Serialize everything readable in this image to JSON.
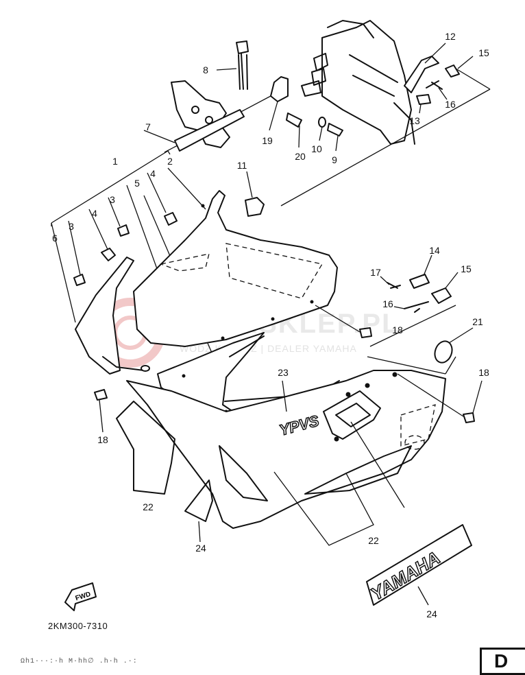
{
  "diagram": {
    "code": "2KM300-7310",
    "corner_label": "D",
    "fwd_label": "FWD",
    "tank_logo": "YPVS",
    "decal_text": "YAMAHA",
    "watermark": {
      "main": "YAMASKLEP.PL",
      "sub": "WODZ KOWICZ | DEALER YAMAHA"
    },
    "footer_text": "Ωh1···:·h M·hh∅  .h·h .·:",
    "callouts": [
      {
        "id": "c1",
        "text": "1"
      },
      {
        "id": "c2",
        "text": "2"
      },
      {
        "id": "c3a",
        "text": "3"
      },
      {
        "id": "c3b",
        "text": "3"
      },
      {
        "id": "c4a",
        "text": "4"
      },
      {
        "id": "c4b",
        "text": "4"
      },
      {
        "id": "c5",
        "text": "5"
      },
      {
        "id": "c6",
        "text": "6"
      },
      {
        "id": "c7",
        "text": "7"
      },
      {
        "id": "c8",
        "text": "8"
      },
      {
        "id": "c9",
        "text": "9"
      },
      {
        "id": "c10",
        "text": "10"
      },
      {
        "id": "c11",
        "text": "11"
      },
      {
        "id": "c12",
        "text": "12"
      },
      {
        "id": "c13",
        "text": "13"
      },
      {
        "id": "c14",
        "text": "14"
      },
      {
        "id": "c15a",
        "text": "15"
      },
      {
        "id": "c15b",
        "text": "15"
      },
      {
        "id": "c16a",
        "text": "16"
      },
      {
        "id": "c16b",
        "text": "16"
      },
      {
        "id": "c17",
        "text": "17"
      },
      {
        "id": "c18a",
        "text": "18"
      },
      {
        "id": "c18b",
        "text": "18"
      },
      {
        "id": "c18c",
        "text": "18"
      },
      {
        "id": "c19",
        "text": "19"
      },
      {
        "id": "c20",
        "text": "20"
      },
      {
        "id": "c21",
        "text": "21"
      },
      {
        "id": "c22a",
        "text": "22"
      },
      {
        "id": "c22b",
        "text": "22"
      },
      {
        "id": "c23",
        "text": "23"
      },
      {
        "id": "c24a",
        "text": "24"
      },
      {
        "id": "c24b",
        "text": "24"
      }
    ]
  }
}
